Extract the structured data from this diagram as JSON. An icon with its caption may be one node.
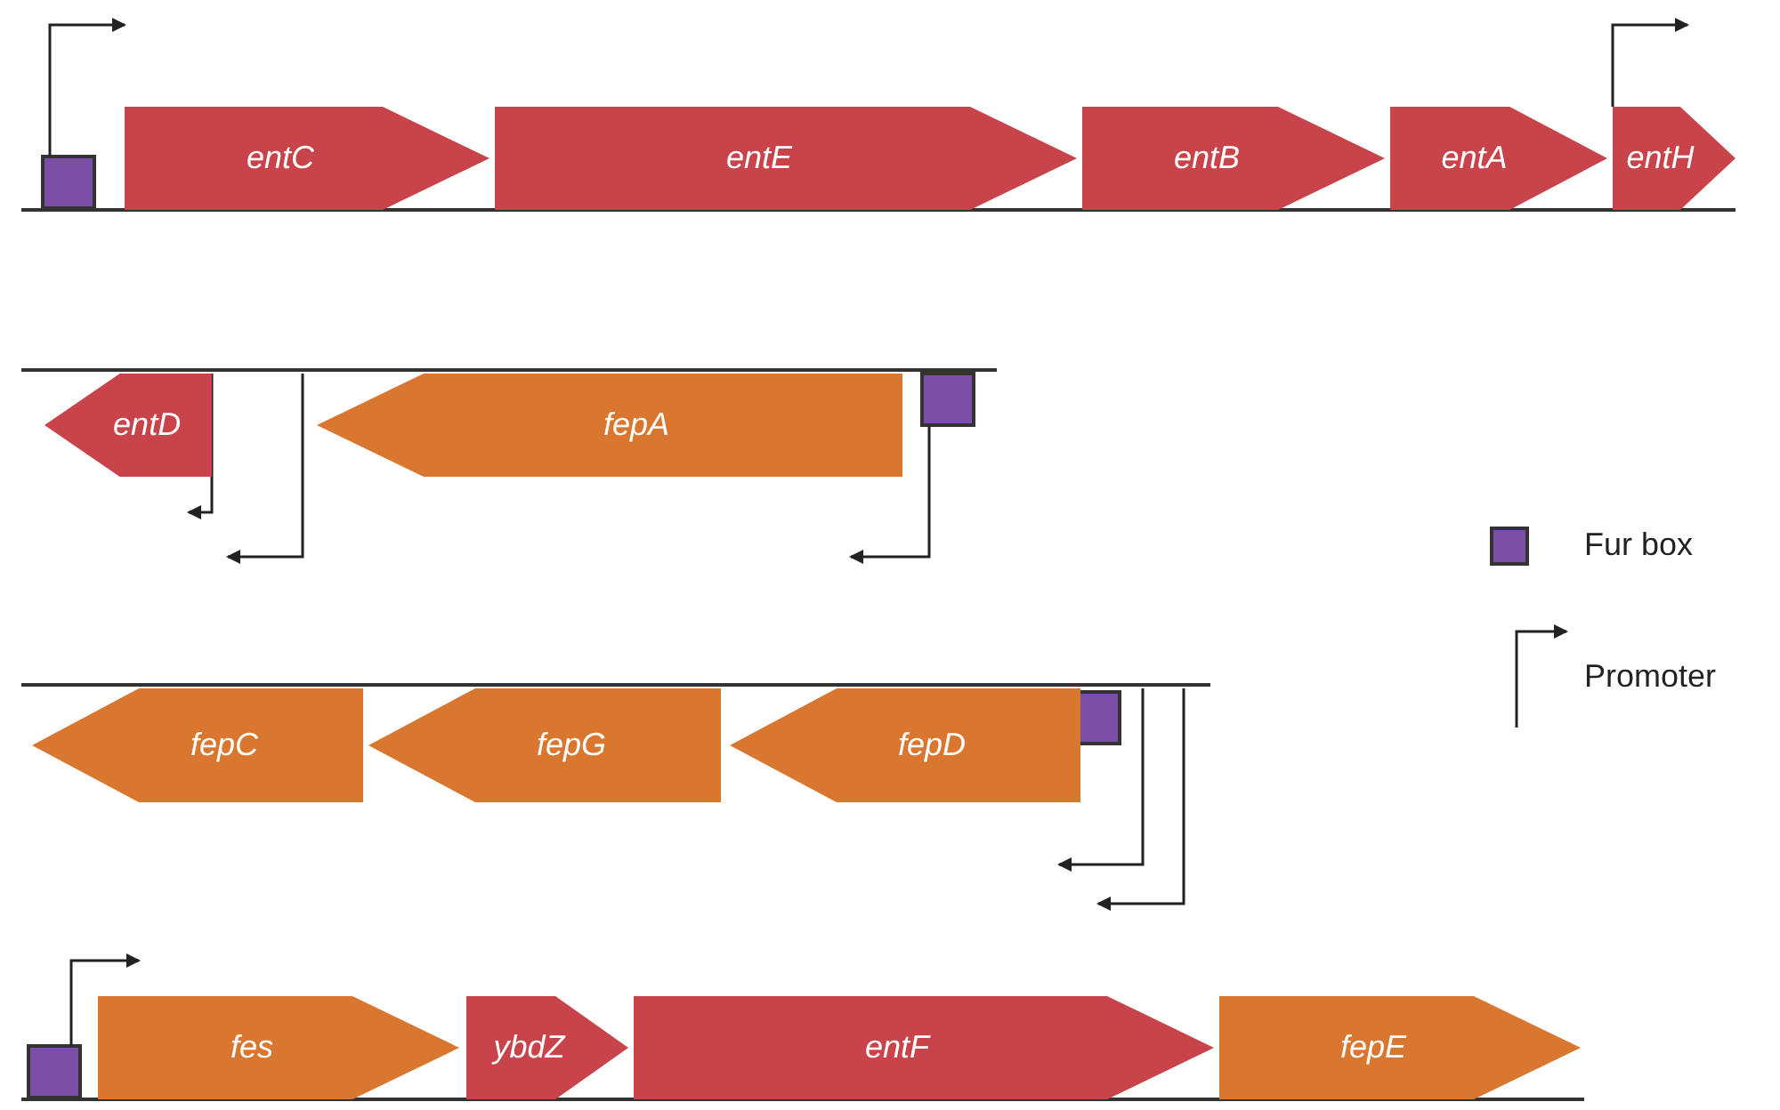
{
  "diagram": {
    "nodes": [
      {
        "text": [
          "entC"
        ]
      },
      {
        "text": [
          "entE"
        ]
      },
      {
        "text": [
          "entB"
        ]
      },
      {
        "text": [
          "entA"
        ]
      },
      {
        "text": [
          "entH"
        ]
      },
      {
        "text": [
          "entD"
        ]
      },
      {
        "text": [
          "fepA"
        ]
      },
      {
        "text": [
          "fepC"
        ]
      },
      {
        "text": [
          "fepG"
        ]
      },
      {
        "text": [
          "fepD"
        ]
      },
      {
        "text": [
          "fes"
        ]
      },
      {
        "text": [
          "ybdZ"
        ]
      },
      {
        "text": [
          "entF"
        ]
      },
      {
        "text": [
          "fepE"
        ]
      }
    ],
    "legend": [
      {
        "text": "Fur box",
        "color": "#7b4fa6"
      },
      {
        "text": "Promoter"
      }
    ]
  }
}
